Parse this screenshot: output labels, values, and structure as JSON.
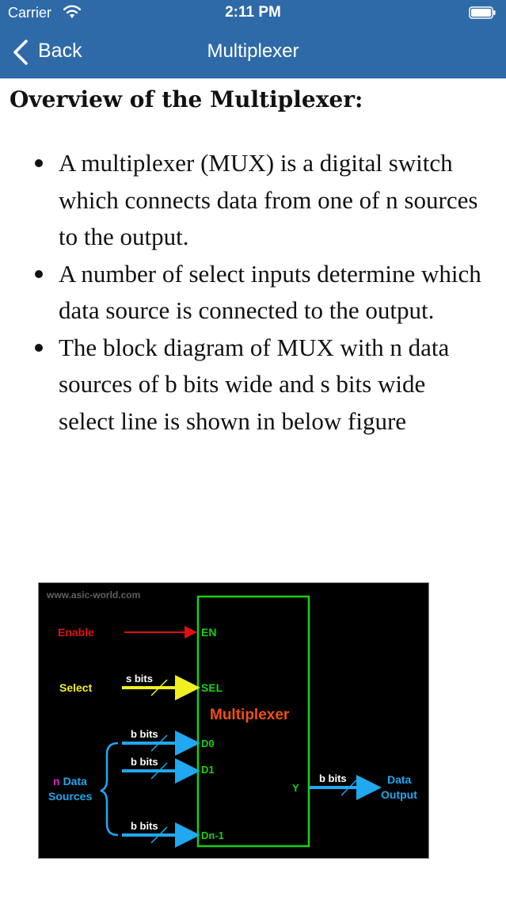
{
  "status_bar": {
    "carrier": "Carrier",
    "time": "2:11 PM"
  },
  "nav": {
    "back_label": "Back",
    "title": "Multiplexer"
  },
  "content": {
    "heading": "Overview of the Multiplexer:",
    "bullets": [
      "A multiplexer (MUX) is a digital switch which connects data from one of n sources to the output.",
      "A number of select inputs determine which data source is connected to the output.",
      "The block diagram of MUX with n data sources of b bits wide and s bits wide select line is shown in below figure"
    ]
  },
  "figure": {
    "watermark": "www.asic-world.com",
    "enable_label": "Enable",
    "select_label": "Select",
    "n_label": "n",
    "data_label": "Data",
    "sources_label": "Sources",
    "s_bits": "s bits",
    "b_bits": "b bits",
    "en_pin": "EN",
    "sel_pin": "SEL",
    "d0_pin": "D0",
    "d1_pin": "D1",
    "dn_pin": "Dn-1",
    "y_pin": "Y",
    "block_title": "Multiplexer",
    "output_line1": "Data",
    "output_line2": "Output",
    "colors": {
      "enable": "#e01010",
      "select": "#f0f020",
      "data": "#20a8f0",
      "box": "#18d018",
      "title": "#f05010",
      "n": "#e020c0"
    }
  }
}
